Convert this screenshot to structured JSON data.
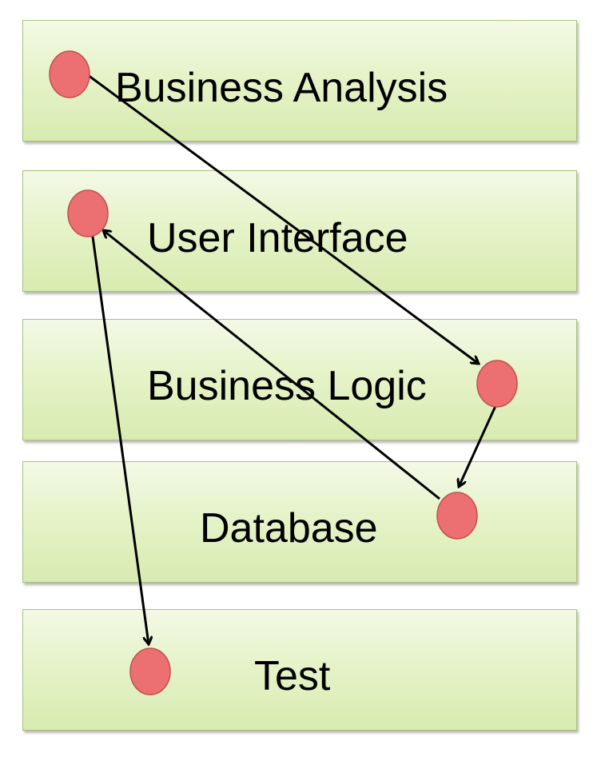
{
  "layers": [
    {
      "label": "Business Analysis"
    },
    {
      "label": "User Interface"
    },
    {
      "label": "Business Logic"
    },
    {
      "label": "Database"
    },
    {
      "label": "Test"
    }
  ],
  "colors": {
    "layer_fill": "#e6f3c9",
    "layer_border": "#a8c27a",
    "node_fill": "#ec6f72",
    "node_border": "#c0504d",
    "arrow": "#000000"
  }
}
